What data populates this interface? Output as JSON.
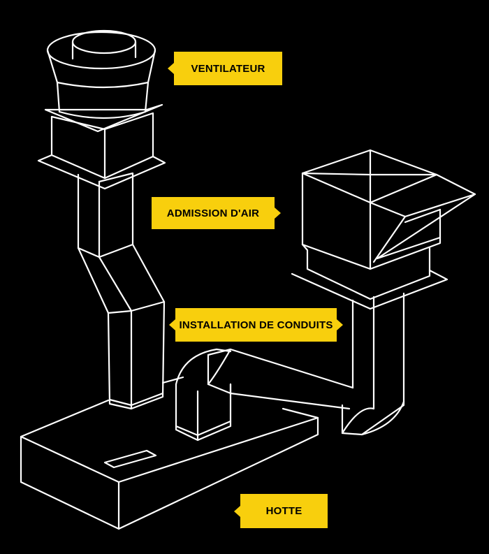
{
  "labels": {
    "ventilateur": "VENTILATEUR",
    "admission": "ADMISSION D'AIR",
    "conduits": "INSTALLATION DE CONDUITS",
    "hotte": "HOTTE"
  },
  "colors": {
    "background": "#000000",
    "lines": "#ffffff",
    "callout": "#f8cf0d"
  },
  "icons": [
    "callout-arrow-left-icon",
    "callout-arrow-right-icon"
  ]
}
